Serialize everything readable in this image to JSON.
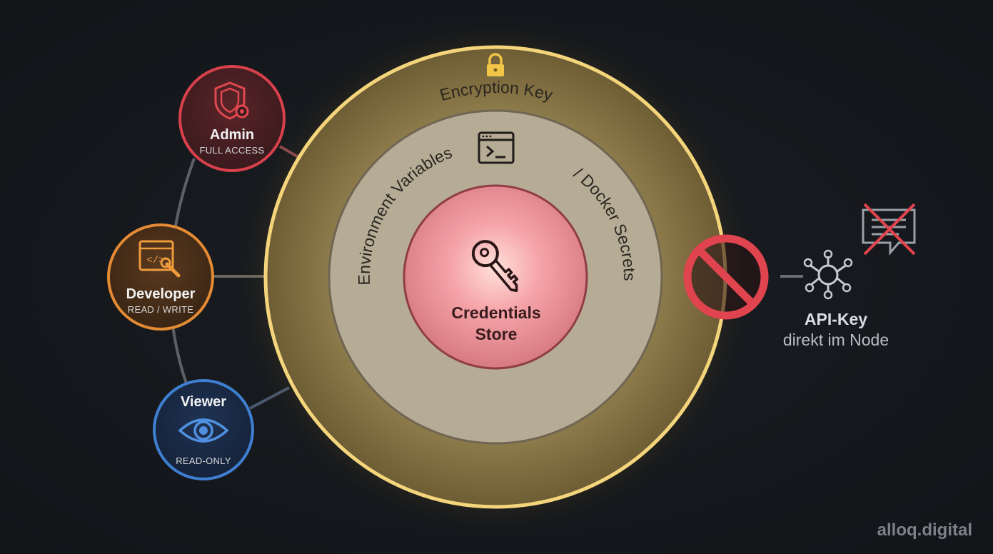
{
  "roles": {
    "admin": {
      "title": "Admin",
      "subtitle": "FULL ACCESS",
      "color": "#d8414b",
      "icon": "shield-gear-icon"
    },
    "developer": {
      "title": "Developer",
      "subtitle": "READ / WRITE",
      "color": "#e38a34",
      "icon": "code-window-wrench-icon"
    },
    "viewer": {
      "title": "Viewer",
      "subtitle": "READ-ONLY",
      "color": "#3f7fd1",
      "icon": "eye-icon"
    }
  },
  "rings": {
    "outer": {
      "label": "Encryption Key",
      "icon": "lock-icon",
      "color": "#f1d27a"
    },
    "middle": {
      "label_left": "Environment Variables",
      "label_right": "/ Docker Secrets",
      "icon": "terminal-icon"
    },
    "core": {
      "line1": "Credentials",
      "line2": "Store",
      "icon": "key-icon",
      "color": "#f4a7ad"
    }
  },
  "blocked": {
    "icon": "prohibited-icon",
    "node_icon": "network-node-icon",
    "chat_icon": "crossed-chat-icon",
    "title": "API-Key",
    "subtitle": "direkt im Node",
    "color": "#e0444e"
  },
  "watermark": "alloq.digital"
}
